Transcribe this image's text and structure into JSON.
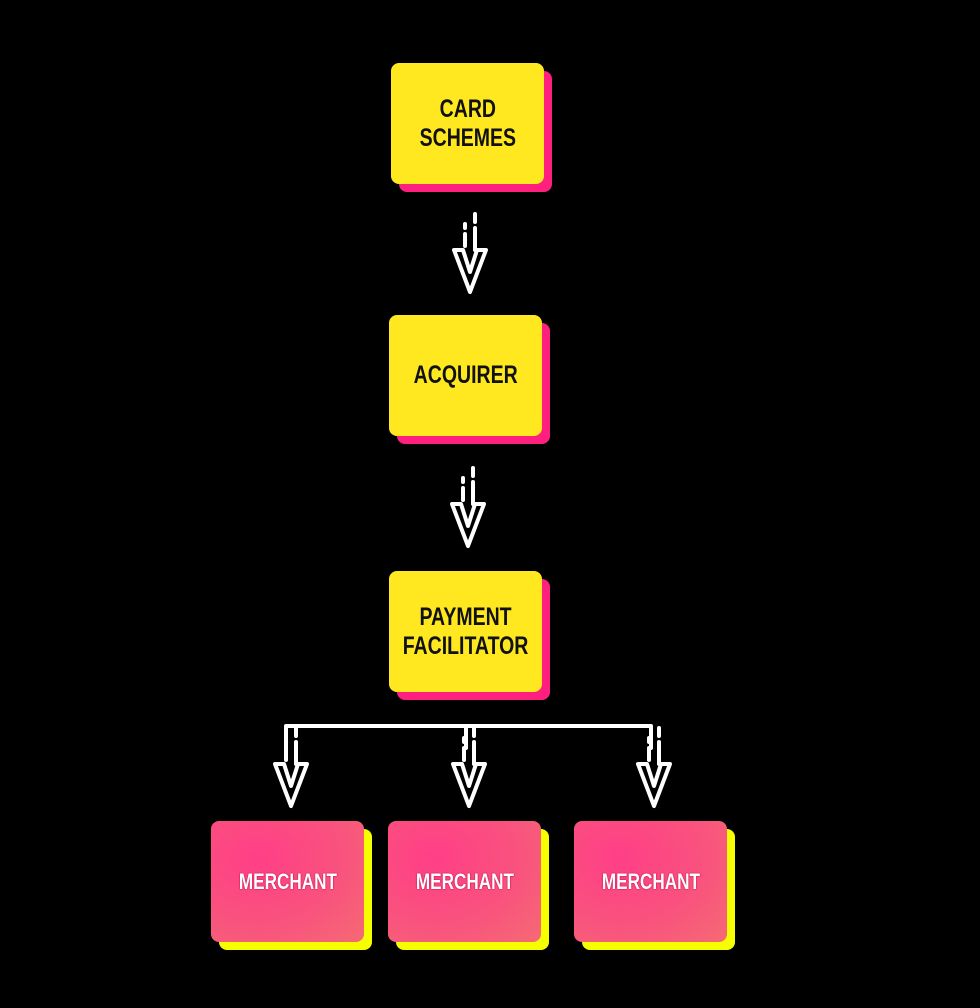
{
  "diagram": {
    "type": "hierarchy-flow",
    "colors": {
      "background": "#000000",
      "primary_box": "#ffe81f",
      "primary_shadow": "#ff1f7f",
      "leaf_box": "#f9527e",
      "leaf_shadow": "#f5ff00",
      "arrow": "#ffffff"
    },
    "nodes": [
      {
        "id": "card-schemes",
        "label": "CARD\nSCHEMES"
      },
      {
        "id": "acquirer",
        "label": "ACQUIRER"
      },
      {
        "id": "payment-facilitator",
        "label": "PAYMENT\nFACILITATOR"
      },
      {
        "id": "merchant-1",
        "label": "MERCHANT"
      },
      {
        "id": "merchant-2",
        "label": "MERCHANT"
      },
      {
        "id": "merchant-3",
        "label": "MERCHANT"
      }
    ],
    "edges": [
      {
        "from": "card-schemes",
        "to": "acquirer",
        "icon": "double-line-arrow-down-icon"
      },
      {
        "from": "acquirer",
        "to": "payment-facilitator",
        "icon": "double-line-arrow-down-icon"
      },
      {
        "from": "payment-facilitator",
        "to": "merchant-1",
        "icon": "double-line-arrow-down-icon"
      },
      {
        "from": "payment-facilitator",
        "to": "merchant-2",
        "icon": "double-line-arrow-down-icon"
      },
      {
        "from": "payment-facilitator",
        "to": "merchant-3",
        "icon": "double-line-arrow-down-icon"
      }
    ]
  }
}
